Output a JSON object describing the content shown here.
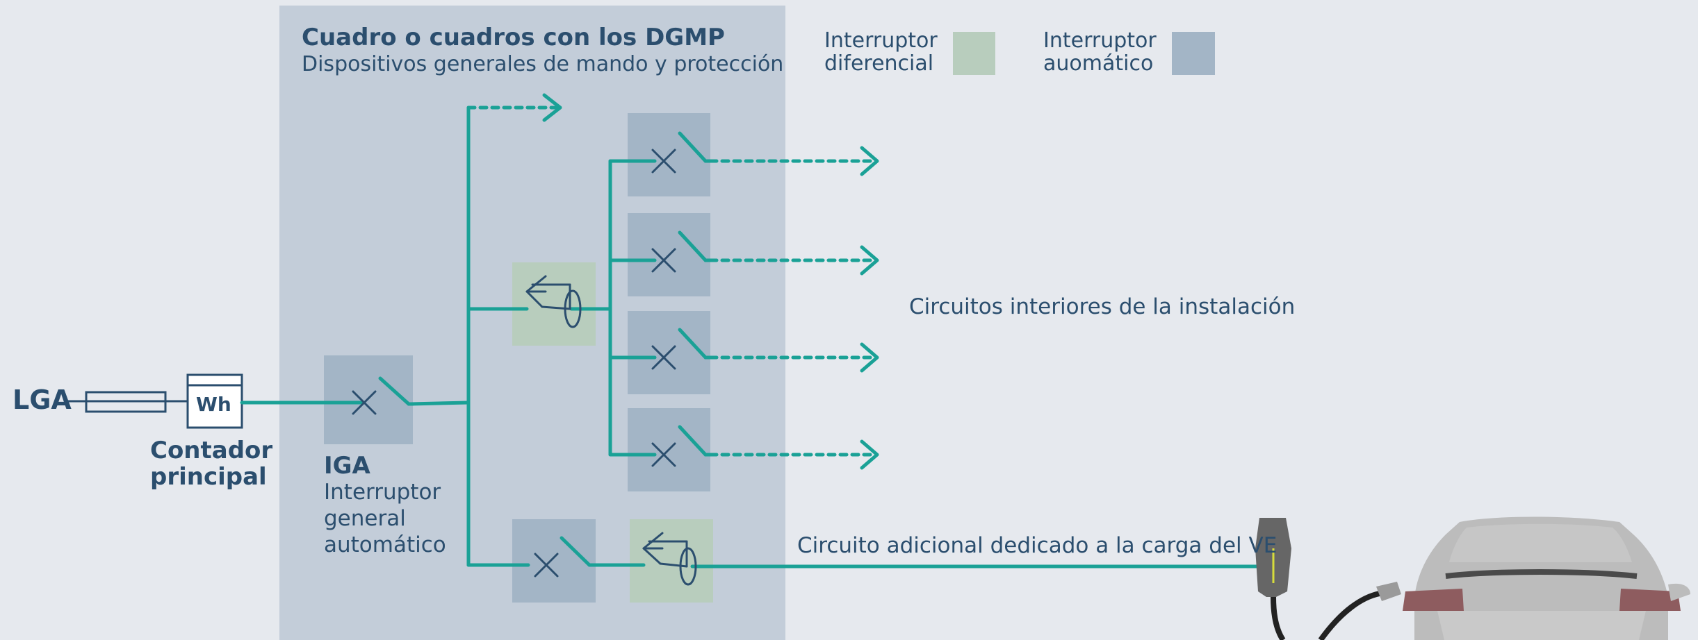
{
  "board": {
    "title": "Cuadro o cuadros con los DGMP",
    "subtitle": "Dispositivos generales de mando y protección"
  },
  "legend": {
    "items": [
      {
        "label_line1": "Interruptor",
        "label_line2": "diferencial",
        "color": "#b8cdbd",
        "icon": "rcd-swatch"
      },
      {
        "label_line1": "Interruptor",
        "label_line2": "auomático",
        "color": "#a3b5c6",
        "icon": "breaker-swatch"
      }
    ]
  },
  "supply": {
    "lga_label": "LGA",
    "meter_symbol": "Wh",
    "meter_caption_line1": "Contador",
    "meter_caption_line2": "principal"
  },
  "iga": {
    "abbr": "IGA",
    "desc_line1": "Interruptor",
    "desc_line2": "general",
    "desc_line3": "automático"
  },
  "circuits": {
    "interior_label": "Circuitos interiores de la instalación",
    "ev_label": "Circuito adicional dedicado a la carga del VE"
  },
  "colors": {
    "background": "#e6e9ee",
    "panel": "#c3cdd9",
    "breaker_box": "#a3b5c6",
    "rcd_box": "#b8cdbd",
    "wire": "#1aa196",
    "symbol": "#2b4e6e",
    "car": "#bcbcbc",
    "charger": "#666666"
  }
}
